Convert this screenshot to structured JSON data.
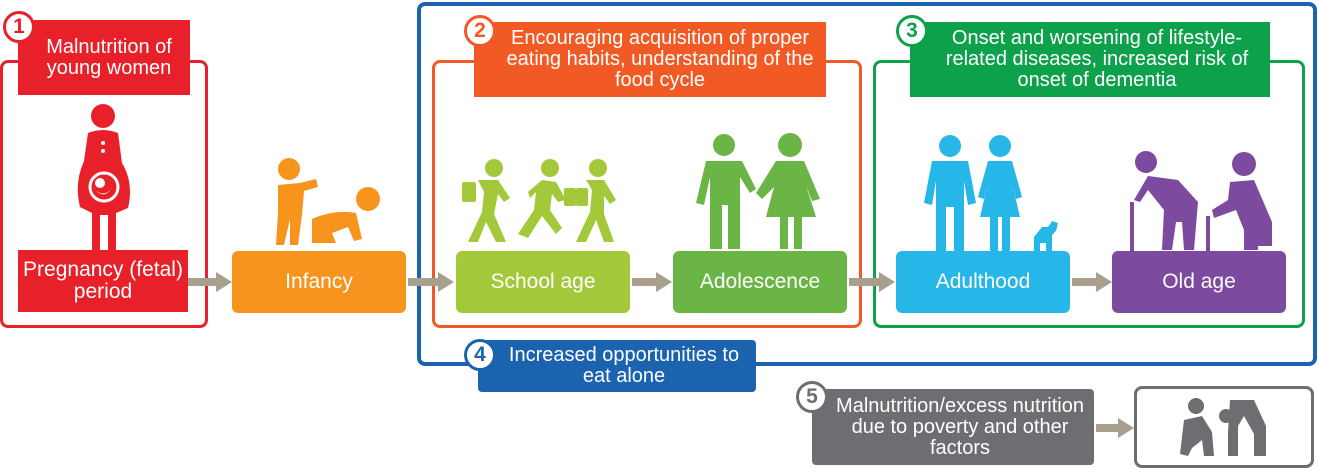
{
  "groups": {
    "g1": {
      "number": "1",
      "text": "Malnutrition of young women",
      "color": "#e8202a"
    },
    "g2": {
      "number": "2",
      "text": "Encouraging acquisition of proper eating habits, understanding of the food cycle",
      "color": "#f15a24"
    },
    "g3": {
      "number": "3",
      "text": "Onset and worsening of lifestyle-related diseases, increased risk of onset of dementia",
      "color": "#0ea14b"
    },
    "g4": {
      "number": "4",
      "text": "Increased opportunities to eat alone",
      "color": "#1b63ae"
    },
    "g5": {
      "number": "5",
      "text": "Malnutrition/excess nutrition due to poverty and other factors",
      "color": "#6d6e71"
    }
  },
  "stages": [
    {
      "label": "Pregnancy (fetal) period",
      "color": "#e8202a"
    },
    {
      "label": "Infancy",
      "color": "#f7941d"
    },
    {
      "label": "School age",
      "color": "#a3c93a"
    },
    {
      "label": "Adolescence",
      "color": "#6ab545"
    },
    {
      "label": "Adulthood",
      "color": "#27b6e8"
    },
    {
      "label": "Old age",
      "color": "#7c4a9e"
    }
  ],
  "icons": {
    "pregnant": "pregnant-woman-icon",
    "infancy": "toddler-and-baby-icon",
    "school": "running-children-icon",
    "adolescence": "teen-couple-icon",
    "adulthood": "adult-couple-with-dog-icon",
    "oldage": "elderly-couple-icon",
    "poverty": "distressed-people-icon"
  },
  "arrow_color": "#a89f8c"
}
